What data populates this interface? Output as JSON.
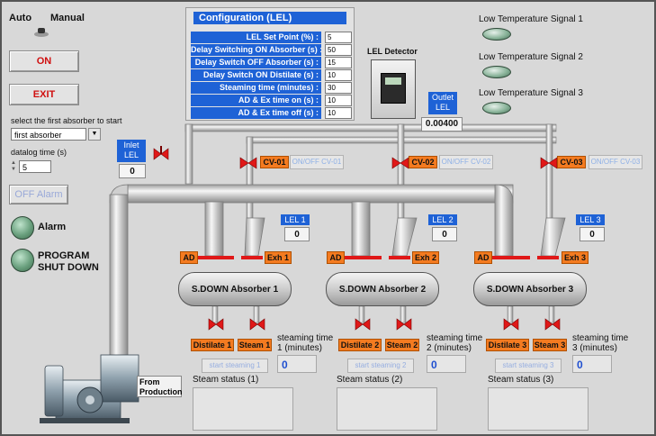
{
  "mode": {
    "auto_label": "Auto",
    "manual_label": "Manual"
  },
  "buttons": {
    "on_label": "ON",
    "exit_label": "EXIT",
    "off_alarm_label": "OFF Alarm"
  },
  "absorber_select": {
    "label": "select the first absorber to start",
    "value": "first absorber"
  },
  "datalog": {
    "label": "datalog time (s)",
    "value": "5"
  },
  "indicators": {
    "alarm_label": "Alarm",
    "shutdown_label": "PROGRAM SHUT DOWN"
  },
  "config": {
    "title": "Configuration (LEL)",
    "rows": [
      {
        "label": "LEL Set Point (%) :",
        "value": "5"
      },
      {
        "label": "Delay Switching ON Absorber (s) :",
        "value": "50"
      },
      {
        "label": "Delay Switch OFF Absorber (s) :",
        "value": "15"
      },
      {
        "label": "Delay Switch ON Distilate (s) :",
        "value": "10"
      },
      {
        "label": "Steaming time (minutes) :",
        "value": "30"
      },
      {
        "label": "AD & Ex time on  (s) :",
        "value": "10"
      },
      {
        "label": "AD & Ex time off  (s) :",
        "value": "10"
      }
    ]
  },
  "detector": {
    "title": "LEL Detector",
    "outlet_label": "Outlet LEL",
    "outlet_value": "0.00400"
  },
  "inlet": {
    "label": "Inlet LEL",
    "value": "0"
  },
  "signals": [
    "Low Temperature Signal 1",
    "Low Temperature Signal 2",
    "Low Temperature Signal 3"
  ],
  "valves": [
    {
      "tag": "CV-01",
      "button": "ON/OFF CV-01"
    },
    {
      "tag": "CV-02",
      "button": "ON/OFF CV-02"
    },
    {
      "tag": "CV-03",
      "button": "ON/OFF CV-03"
    }
  ],
  "absorbers": [
    {
      "name": "S.DOWN Absorber 1",
      "lel_label": "LEL 1",
      "lel_value": "0",
      "ad": "AD",
      "exh": "Exh 1",
      "distilate": "Distilate 1",
      "steam": "Steam 1",
      "steam_time_label": "steaming time 1 (minutes)",
      "start_label": "start steaming 1",
      "time_value": "0",
      "status_label": "Steam status (1)"
    },
    {
      "name": "S.DOWN Absorber 2",
      "lel_label": "LEL 2",
      "lel_value": "0",
      "ad": "AD",
      "exh": "Exh 2",
      "distilate": "Distilate 2",
      "steam": "Steam 2",
      "steam_time_label": "steaming time 2 (minutes)",
      "start_label": "start steaming 2",
      "time_value": "0",
      "status_label": "Steam status (2)"
    },
    {
      "name": "S.DOWN Absorber 3",
      "lel_label": "LEL 3",
      "lel_value": "0",
      "ad": "AD",
      "exh": "Exh 3",
      "distilate": "Distilate 3",
      "steam": "Steam 3",
      "steam_time_label": "steaming time 3 (minutes)",
      "start_label": "start steaming 3",
      "time_value": "0",
      "status_label": "Steam status (3)"
    }
  ],
  "blower": {
    "label": "From Production"
  },
  "colors": {
    "background": "#d8d8d8",
    "config_blue": "#1e62d6",
    "tag_orange": "#f47b20",
    "valve_red": "#e01818",
    "text_red": "#d01010",
    "led_green": "#6aa07e"
  }
}
